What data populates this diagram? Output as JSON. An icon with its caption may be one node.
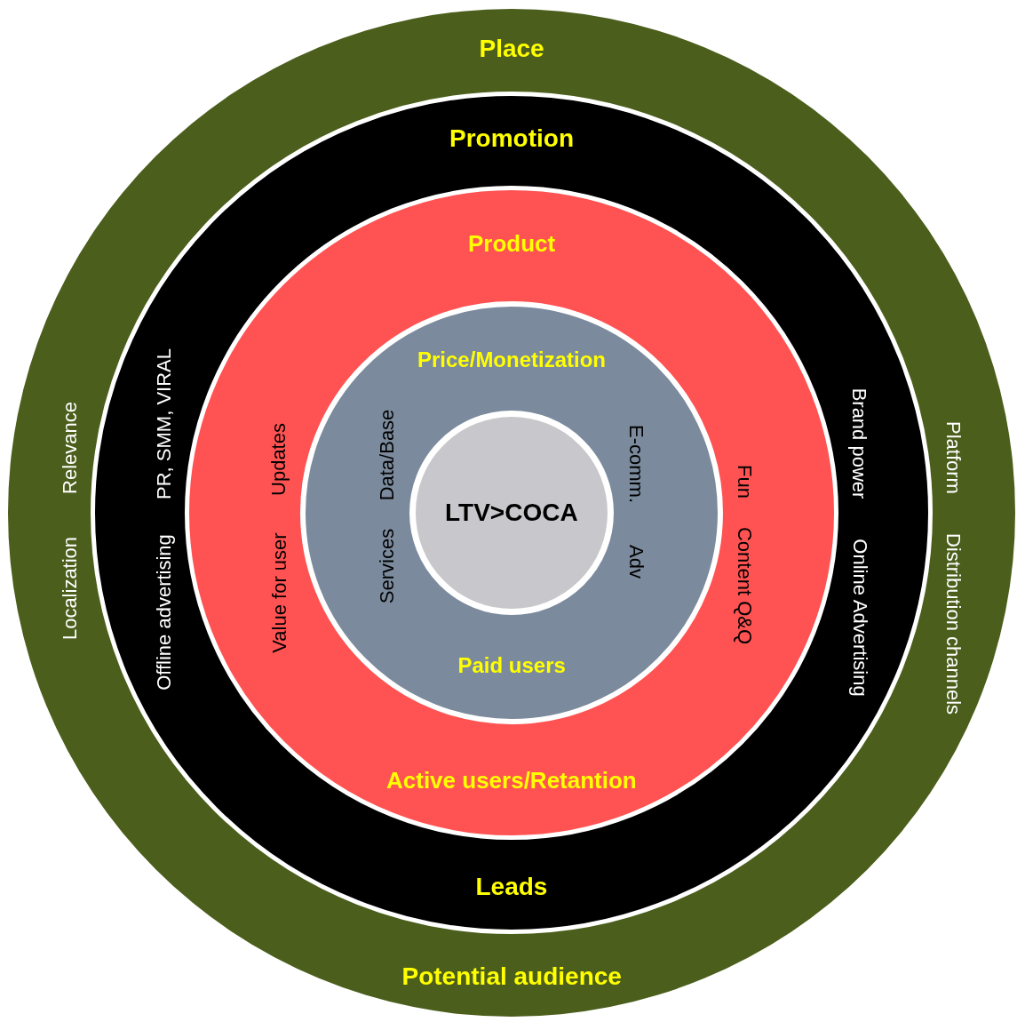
{
  "diagram": {
    "nodes": [
      {
        "text": [
          "Place",
          "Relevance",
          "Platform",
          "Distribution channels",
          "Localization",
          "Potential audience"
        ]
      },
      {
        "text": [
          "Promotion",
          "PR, SMM, VIRAL",
          "Brand power",
          "Online  Advertising",
          "Offline advertising",
          "Leads"
        ],
        "in": 0
      },
      {
        "text": [
          "Product",
          "Updates",
          "Fun",
          "Content Q&Q",
          "Value for user",
          "Active users/Retantion"
        ],
        "in": 1
      },
      {
        "text": [
          "Price/Monetization",
          "Data/Base",
          "E-comm.",
          "Adv",
          "Services",
          "Paid users"
        ],
        "in": 2
      },
      {
        "text": [
          "LTV>COCA"
        ],
        "in": 3
      }
    ],
    "edges": []
  }
}
